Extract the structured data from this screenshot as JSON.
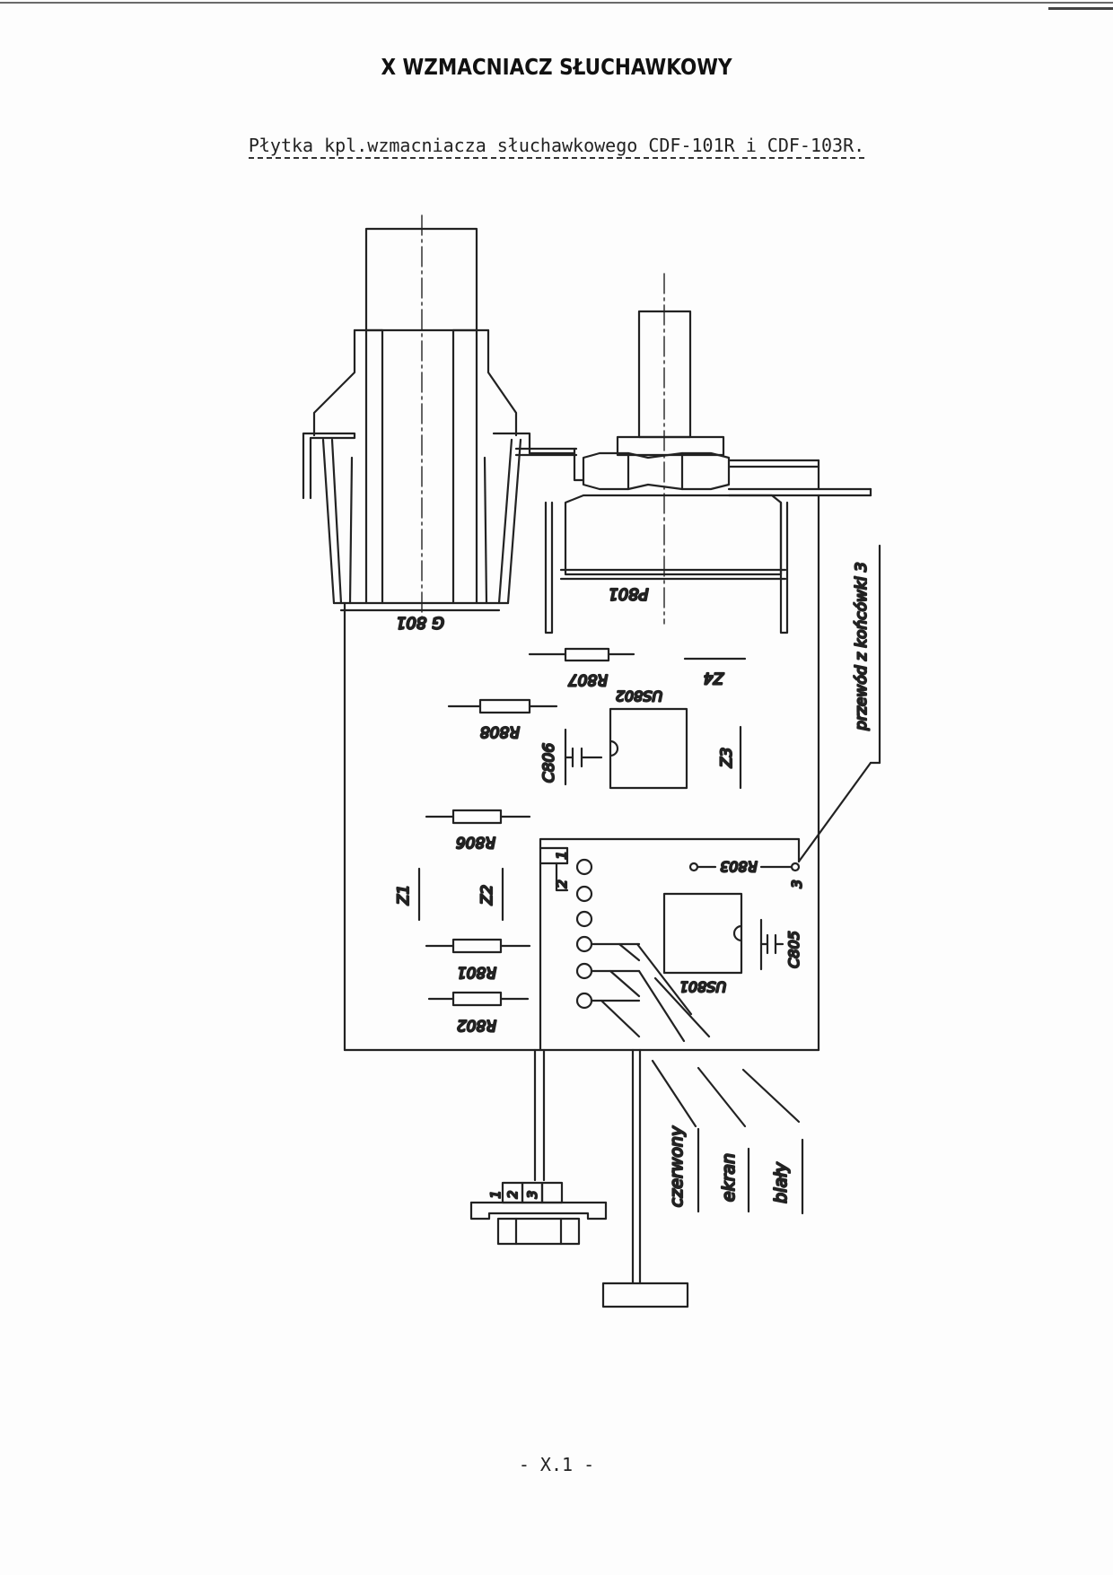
{
  "header": {
    "title": "X WZMACNIACZ SŁUCHAWKOWY",
    "subtitle": "Płytka kpl.wzmacniacza słuchawkowego CDF-101R i CDF-103R."
  },
  "diagram": {
    "jack_label": "G 801",
    "pot_label": "P801",
    "resistors": [
      "R807",
      "R808",
      "R806",
      "R801",
      "R802",
      "R803"
    ],
    "capacitors": [
      "C806",
      "C805"
    ],
    "ics": [
      "US802",
      "US801"
    ],
    "jumpers": [
      "Z4",
      "Z3",
      "Z1",
      "Z2"
    ],
    "pin_labels": [
      "1",
      "2",
      "3"
    ],
    "note": "przewód z końcówki 3",
    "wires": [
      "czerwony",
      "ekran",
      "biały"
    ],
    "connector_pins": [
      "1",
      "2",
      "3"
    ]
  },
  "footer": {
    "page_number": "- X.1 -"
  }
}
